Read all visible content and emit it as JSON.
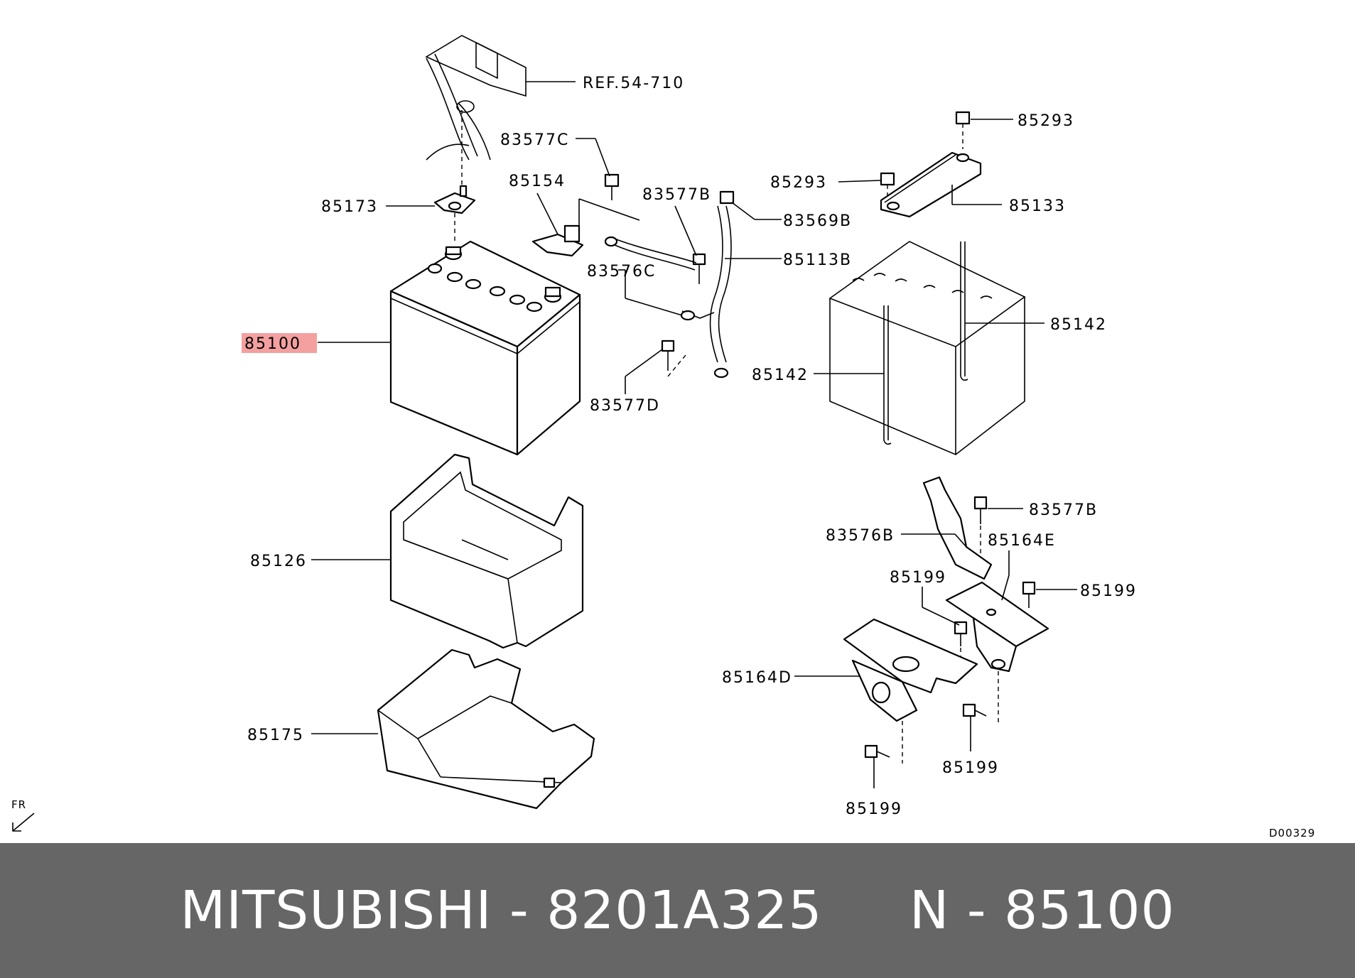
{
  "diagram": {
    "labels": {
      "ref": "REF.54-710",
      "p85173": "85173",
      "p83577c": "83577C",
      "p85154": "85154",
      "p83577b_top": "83577B",
      "p83569b": "83569B",
      "p85113b": "85113B",
      "p83576c": "83576C",
      "p85100": "85100",
      "p83577d": "83577D",
      "p85293_top": "85293",
      "p85293_left": "85293",
      "p85133": "85133",
      "p85142_right": "85142",
      "p85142_left": "85142",
      "p85126": "85126",
      "p85175": "85175",
      "p83577b_bottom": "83577B",
      "p83576b": "83576B",
      "p85164e": "85164E",
      "p85199_a": "85199",
      "p85199_b": "85199",
      "p85164d": "85164D",
      "p85199_c": "85199",
      "p85199_d": "85199",
      "fr": "FR",
      "code": "D00329"
    },
    "highlight_color": "#f4a0a0"
  },
  "footer": {
    "text": "MITSUBISHI - 8201A325     N - 85100"
  }
}
